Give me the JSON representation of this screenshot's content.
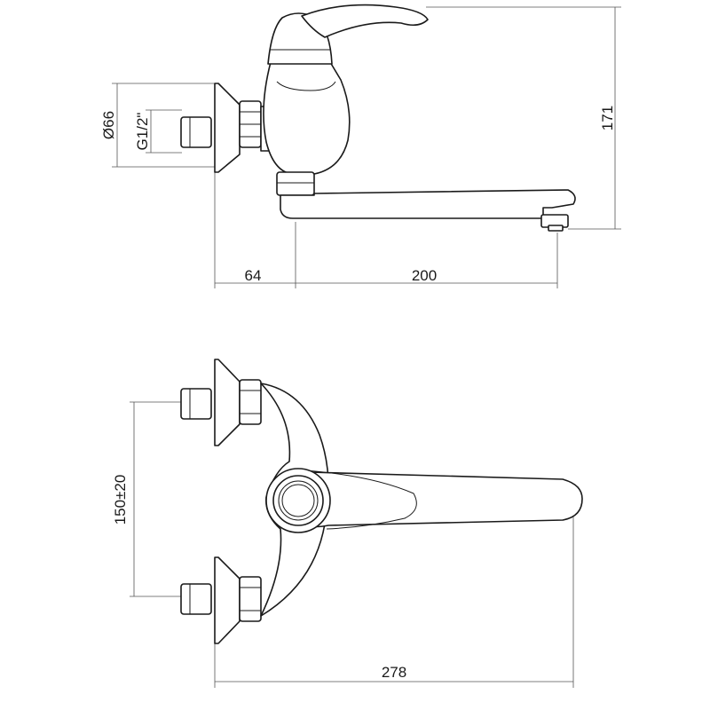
{
  "drawing": {
    "top_view": {
      "diameter_label": "Ø66",
      "thread_label": "G1/2\"",
      "height_label": "171",
      "offset_label": "64",
      "spout_length_label": "200"
    },
    "bottom_view": {
      "spacing_label": "150±20",
      "overall_width_label": "278"
    }
  }
}
